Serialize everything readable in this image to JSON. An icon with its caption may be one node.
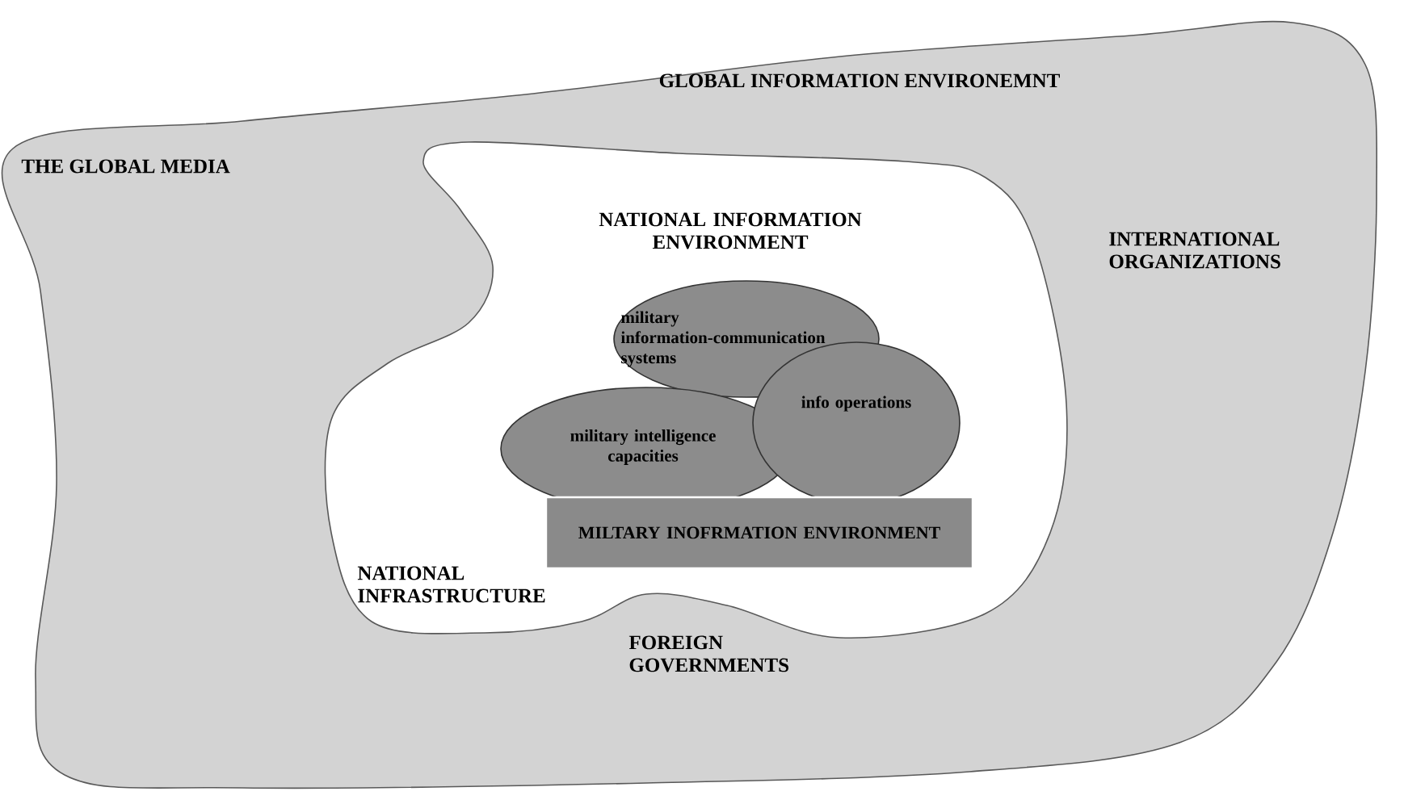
{
  "diagram": {
    "nodes": [
      {
        "text": [
          "GLOBAL INFORMATION ENVIRONEMNT",
          "THE GLOBAL MEDIA",
          "INTERNATIONAL ORGANIZATIONS",
          "FOREIGN GOVERNMENTS"
        ]
      },
      {
        "text": [
          "NATIONAL INFORMATION ENVIRONMENT",
          "NATIONAL INFRASTRUCTURE"
        ],
        "in": 0
      },
      {
        "text": [
          "military information-communication systems"
        ],
        "in": 1
      },
      {
        "text": [
          "military intelligence capacities"
        ],
        "in": 1
      },
      {
        "text": [
          "info operations"
        ],
        "in": 1
      },
      {
        "text": [
          "MILTARY INOFRMATION ENVIRONMENT"
        ],
        "in": 1
      }
    ]
  }
}
